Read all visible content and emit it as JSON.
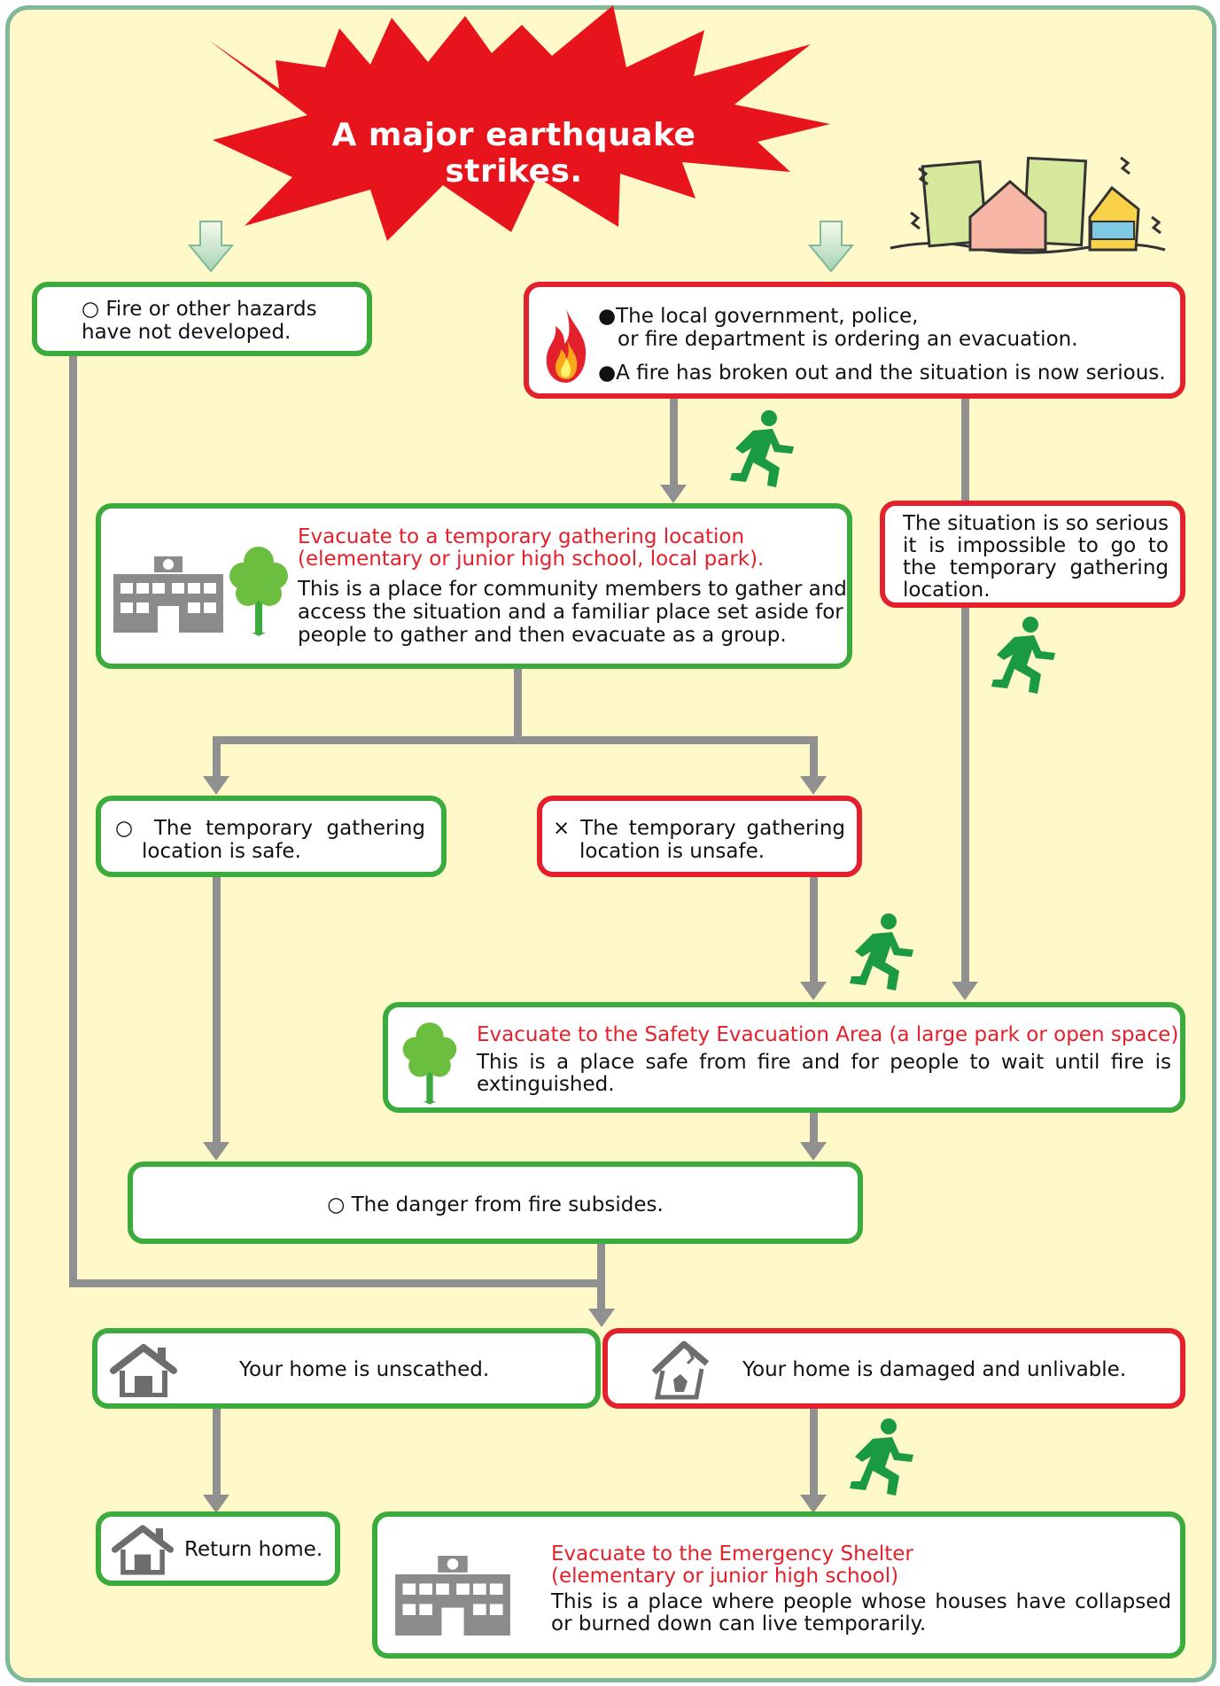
{
  "title": "A major earthquake strikes.",
  "nodes": {
    "no_hazard": "○ Fire or other hazards\nhave not developed.",
    "ordering_line1": "●The local government, police,",
    "ordering_line2": "or fire department is ordering an evacuation.",
    "fire_serious": "●A fire has broken out and the situation is now serious.",
    "temp_heading": "Evacuate to a temporary gathering location\n(elementary or junior high school, local park).",
    "temp_body": "This is a place for community members to gather and\naccess the situation and a familiar place set aside for\npeople to gather and then evacuate as a group.",
    "too_serious": "The situation is so serious it is impossible to go to the temporary gathering location.",
    "temp_safe_1": "○ The temporary gathering",
    "temp_safe_2": "location is safe.",
    "temp_unsafe_1": "× The temporary gathering",
    "temp_unsafe_2": "location is unsafe.",
    "safety_heading": "Evacuate to the Safety Evacuation Area (a large park or open space)",
    "safety_body": "This is a place safe from fire and for people to wait until fire is extinguished.",
    "fire_subsides": "○ The danger from fire subsides.",
    "home_ok": "Your home is unscathed.",
    "home_damaged": "Your home is damaged and unlivable.",
    "return_home": "Return home.",
    "shelter_heading": "Evacuate to the Emergency Shelter\n(elementary or junior high school)",
    "shelter_body": "This is a place where people whose houses have collapsed or burned down can live temporarily."
  },
  "colors": {
    "safe_border": "#3aab3c",
    "danger_border": "#e3202b",
    "arrow": "#909090",
    "background": "#fff8c8",
    "frame": "#7fb89a"
  },
  "icons": [
    "earthquake-burst-icon",
    "collapsing-buildings-icon",
    "fire-icon",
    "running-person-icon",
    "school-building-icon",
    "tree-icon",
    "house-icon",
    "damaged-house-icon"
  ]
}
